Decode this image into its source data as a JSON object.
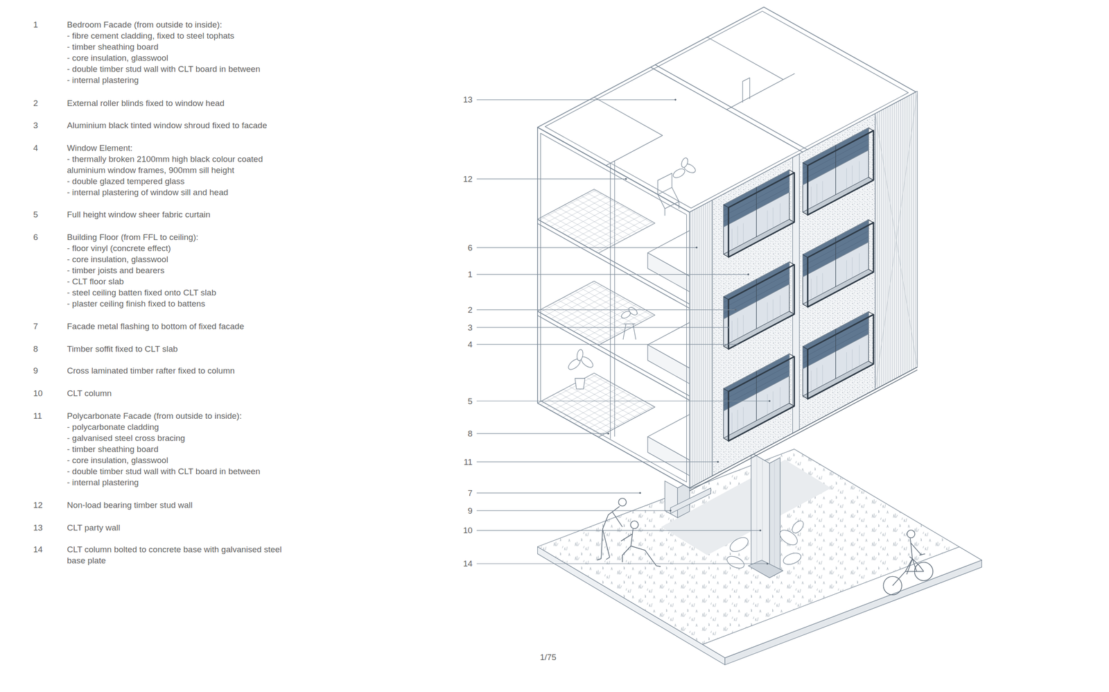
{
  "diagram": {
    "labels": [
      "1",
      "Bedroom Facade (from outside to inside):",
      "- fibre cement cladding, fixed to steel tophats",
      "- timber sheathing board",
      "- core insulation, glasswool",
      "- double timber stud wall with CLT board in between",
      "- internal plastering",
      "2",
      "External roller blinds fixed to window head",
      "3",
      "Aluminium black tinted window shroud fixed to facade",
      "4",
      "Window Element:",
      "- thermally broken 2100mm high black colour coated aluminium window frames, 900mm sill height",
      "- double glazed tempered glass",
      "- internal plastering of window sill and head",
      "5",
      "Full height window sheer fabric curtain",
      "6",
      "Building Floor (from FFL to ceiling):",
      "- floor vinyl (concrete effect)",
      "- core insulation, glasswool",
      "- timber joists and bearers",
      "- CLT floor slab",
      "- steel ceiling batten fixed onto CLT slab",
      "- plaster ceiling finish fixed to battens",
      "7",
      "Facade metal flashing to bottom of fixed facade",
      "8",
      "Timber soffit fixed to CLT slab",
      "9",
      "Cross laminated timber rafter fixed to column",
      "10",
      "CLT column",
      "11",
      "Polycarbonate Facade (from outside to inside):",
      "- polycarbonate cladding",
      "- galvanised steel cross bracing",
      "- timber sheathing board",
      "- core insulation, glasswool",
      "- double timber stud wall with CLT board in between",
      "- internal plastering",
      "12",
      "Non-load bearing timber stud wall",
      "13",
      "CLT party wall",
      "14",
      "CLT column bolted to concrete base with galvanised steel base plate",
      "13",
      "12",
      "6",
      "1",
      "2",
      "3",
      "4",
      "5",
      "8",
      "11",
      "7",
      "9",
      "10",
      "14",
      "1/75"
    ]
  }
}
